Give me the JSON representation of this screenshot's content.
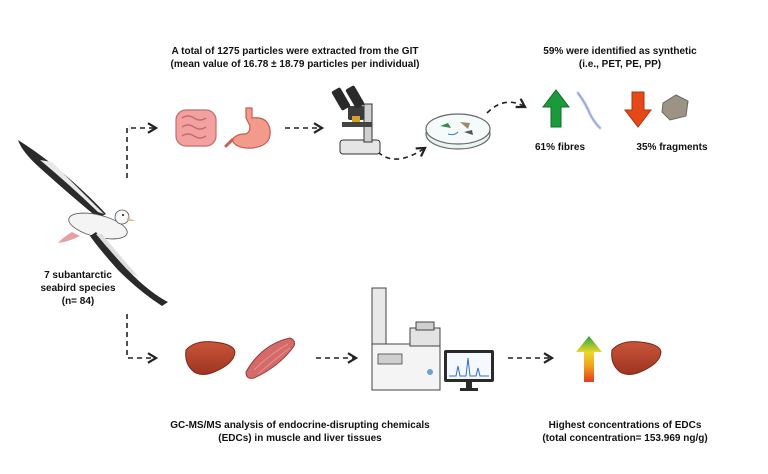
{
  "top_caption": {
    "line1": "A total of 1275 particles were extracted from the GIT",
    "line2": "(mean value of 16.78 ± 18.79 particles per individual)"
  },
  "synthetic_caption": {
    "line1": "59% were identified as synthetic",
    "line2": "(i.e., PET, PE, PP)"
  },
  "fibres_label": "61% fibres",
  "fragments_label": "35% fragments",
  "species_label": {
    "line1": "7 subantarctic",
    "line2": "seabird species",
    "line3": "(n= 84)"
  },
  "bottom_caption": {
    "line1": "GC-MS/MS analysis of endocrine-disrupting chemicals",
    "line2": "(EDCs) in muscle and liver tissues"
  },
  "edc_caption": {
    "line1": "Highest concentrations of EDCs",
    "line2": "(total concentration= 153.969 ng/g)"
  },
  "colors": {
    "intestine": "#f2a0a0",
    "stomach": "#f29a8c",
    "liver": "#b8432a",
    "muscle": "#d46a6a",
    "arrow_up_green": "#1a9a3a",
    "arrow_down_red": "#e5491a",
    "fragment": "#9a9386",
    "fibre": "#b9c6ee",
    "dashed": "#222222"
  },
  "icons": [
    "albatross-icon",
    "intestine-icon",
    "stomach-icon",
    "microscope-icon",
    "petri-dish-icon",
    "up-arrow-icon",
    "fibre-icon",
    "down-arrow-icon",
    "fragment-icon",
    "liver-icon",
    "muscle-icon",
    "gc-ms-instrument-icon",
    "monitor-chromatogram-icon",
    "gradient-up-arrow-icon"
  ]
}
